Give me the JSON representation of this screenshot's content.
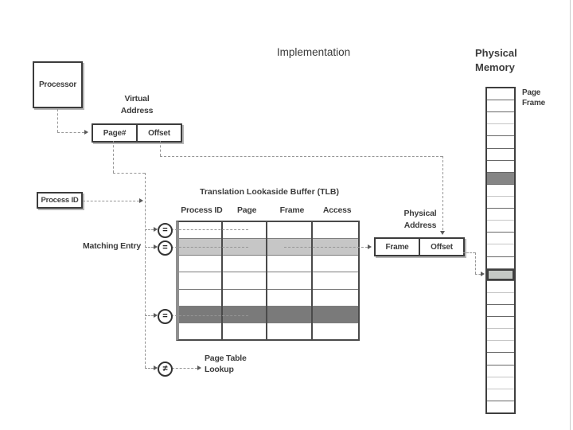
{
  "title": "Implementation",
  "processor": {
    "label": "Processor"
  },
  "virtual_address": {
    "line1": "Virtual",
    "line2": "Address",
    "page_field": "Page#",
    "offset_field": "Offset"
  },
  "process_id": {
    "label": "Process ID"
  },
  "matching_entry": {
    "label": "Matching Entry"
  },
  "comparators": [
    {
      "symbol": "="
    },
    {
      "symbol": "="
    },
    {
      "symbol": "="
    },
    {
      "symbol": "≠"
    }
  ],
  "tlb": {
    "title": "Translation Lookaside Buffer (TLB)",
    "columns": [
      "Process ID",
      "Page",
      "Frame",
      "Access"
    ],
    "rows": [
      {
        "fill": "white",
        "dashed": true
      },
      {
        "fill": "light",
        "dashed": true,
        "matching": true
      },
      {
        "fill": "white",
        "dashed": false
      },
      {
        "fill": "white",
        "dashed": false
      },
      {
        "fill": "white",
        "dashed": false
      },
      {
        "fill": "dark",
        "dashed": true
      },
      {
        "fill": "white",
        "dashed": false
      }
    ]
  },
  "page_table_lookup": {
    "line1": "Page Table",
    "line2": "Lookup"
  },
  "physical_address": {
    "line1": "Physical",
    "line2": "Address",
    "frame_field": "Frame",
    "offset_field": "Offset"
  },
  "physical_memory": {
    "title_line1": "Physical",
    "title_line2": "Memory",
    "page_frame_line1": "Page",
    "page_frame_line2": "Frame",
    "cells": [
      {
        "fill": "white",
        "sep": "none"
      },
      {
        "fill": "white",
        "sep": "dark"
      },
      {
        "fill": "white",
        "sep": "dark"
      },
      {
        "fill": "white",
        "sep": "light"
      },
      {
        "fill": "white",
        "sep": "dark"
      },
      {
        "fill": "white",
        "sep": "dark"
      },
      {
        "fill": "white",
        "sep": "dark"
      },
      {
        "fill": "dark",
        "sep": "dark"
      },
      {
        "fill": "white",
        "sep": "dark"
      },
      {
        "fill": "white",
        "sep": "light"
      },
      {
        "fill": "white",
        "sep": "dark"
      },
      {
        "fill": "white",
        "sep": "light"
      },
      {
        "fill": "white",
        "sep": "dark"
      },
      {
        "fill": "white",
        "sep": "light"
      },
      {
        "fill": "white",
        "sep": "dark"
      },
      {
        "fill": "highlight",
        "sep": "dark"
      },
      {
        "fill": "white",
        "sep": "dark"
      },
      {
        "fill": "white",
        "sep": "light"
      },
      {
        "fill": "white",
        "sep": "dark"
      },
      {
        "fill": "white",
        "sep": "dark"
      },
      {
        "fill": "white",
        "sep": "light"
      },
      {
        "fill": "white",
        "sep": "light"
      },
      {
        "fill": "white",
        "sep": "dark"
      },
      {
        "fill": "white",
        "sep": "dark"
      },
      {
        "fill": "white",
        "sep": "light"
      },
      {
        "fill": "white",
        "sep": "light"
      },
      {
        "fill": "white",
        "sep": "dark"
      }
    ]
  },
  "colors": {
    "row_light": "#c6c6c6",
    "row_dark": "#7a7a7a",
    "mem_dark_cell": "#858585",
    "mem_highlight_cell": "#c4c8c4",
    "sep_dark": "#686868",
    "sep_light": "#c6c6c6",
    "line": "#3f3f3f",
    "dash": "#969696"
  }
}
